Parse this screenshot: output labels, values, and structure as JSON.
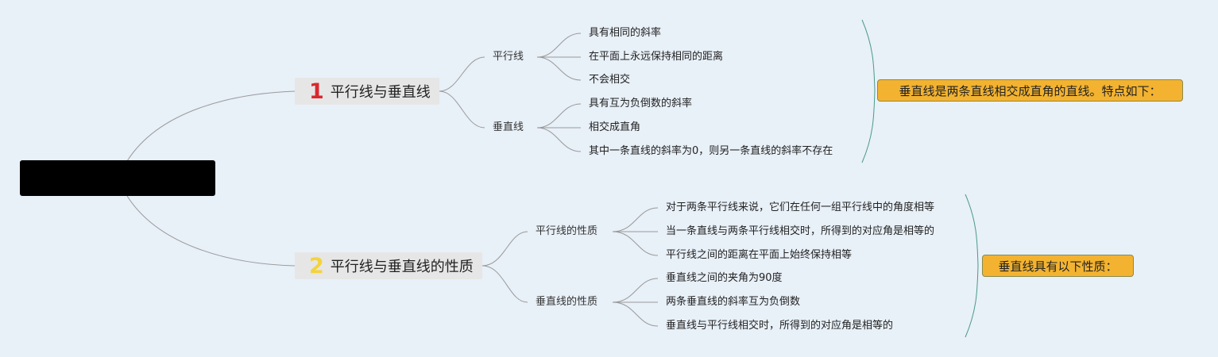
{
  "root": {
    "label": ""
  },
  "topics": [
    {
      "number": "1",
      "title": "平行线与垂直线",
      "number_color": "#d8282e",
      "subtopics": [
        {
          "label": "平行线",
          "leaves": [
            "具有相同的斜率",
            "在平面上永远保持相同的距离",
            "不会相交"
          ]
        },
        {
          "label": "垂直线",
          "leaves": [
            "具有互为负倒数的斜率",
            "相交成直角",
            "其中一条直线的斜率为0，则另一条直线的斜率不存在"
          ]
        }
      ],
      "summary": "垂直线是两条直线相交成直角的直线。特点如下："
    },
    {
      "number": "2",
      "title": "平行线与垂直线的性质",
      "number_color": "#f4d33c",
      "subtopics": [
        {
          "label": "平行线的性质",
          "leaves": [
            "对于两条平行线来说，它们在任何一组平行线中的角度相等",
            "当一条直线与两条平行线相交时，所得到的对应角是相等的",
            "平行线之间的距离在平面上始终保持相等"
          ]
        },
        {
          "label": "垂直线的性质",
          "leaves": [
            "垂直线之间的夹角为90度",
            "两条垂直线的斜率互为负倒数",
            "垂直线与平行线相交时，所得到的对应角是相等的"
          ]
        }
      ],
      "summary": "垂直线具有以下性质："
    }
  ],
  "colors": {
    "background": "#e8f0f8",
    "connector": "#9a9a9a",
    "brace": "#4a9a8a",
    "callout_fill": "#f3b330"
  }
}
